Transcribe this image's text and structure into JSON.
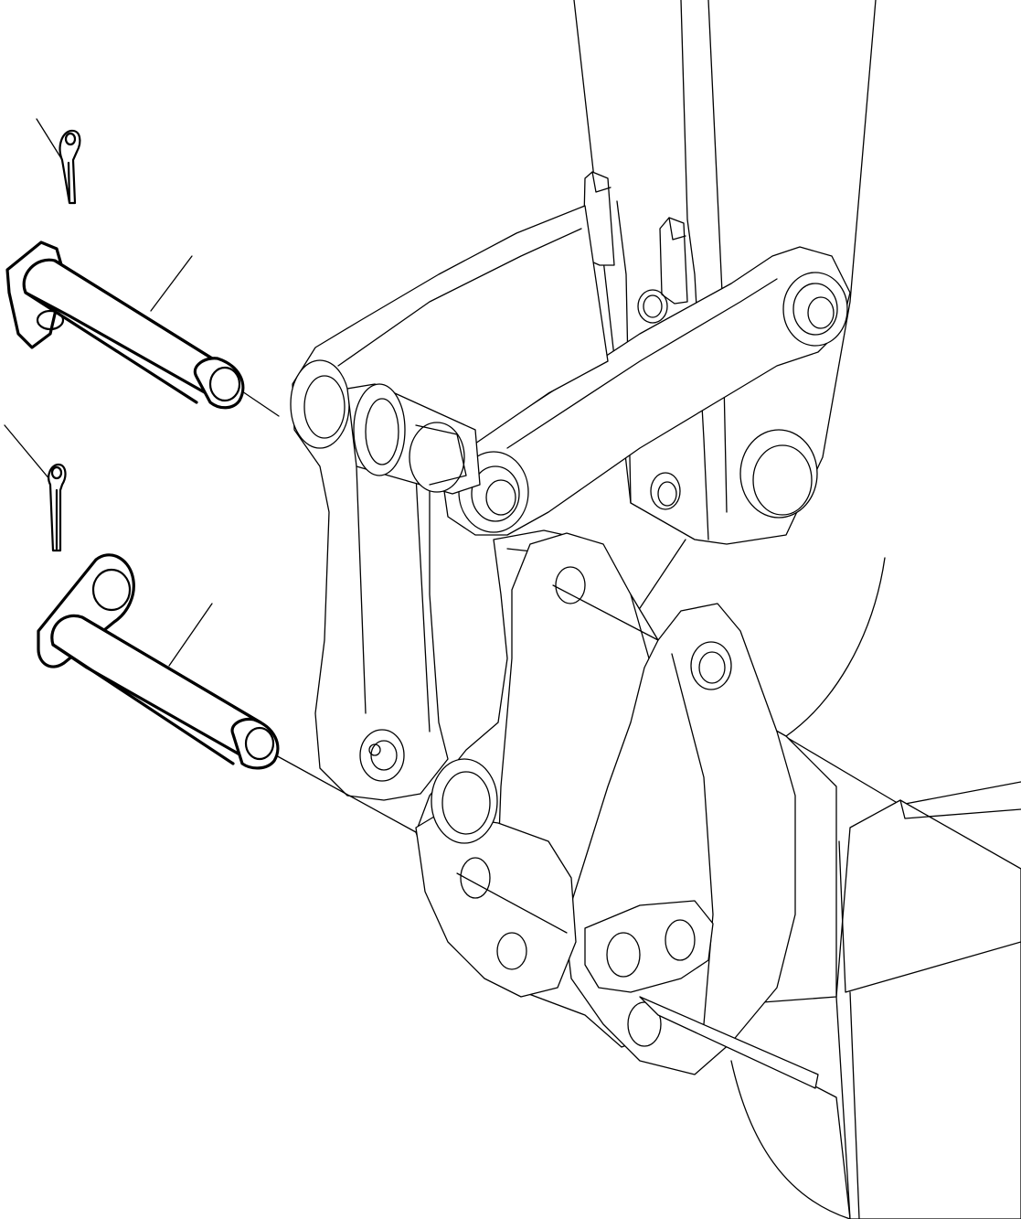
{
  "diagram": {
    "colors": {
      "line": "#000000",
      "background": "#ffffff"
    },
    "parts": [
      {
        "id": "cotter-pin-upper"
      },
      {
        "id": "bucket-pin-upper"
      },
      {
        "id": "cotter-pin-lower"
      },
      {
        "id": "bucket-pin-lower"
      }
    ]
  }
}
